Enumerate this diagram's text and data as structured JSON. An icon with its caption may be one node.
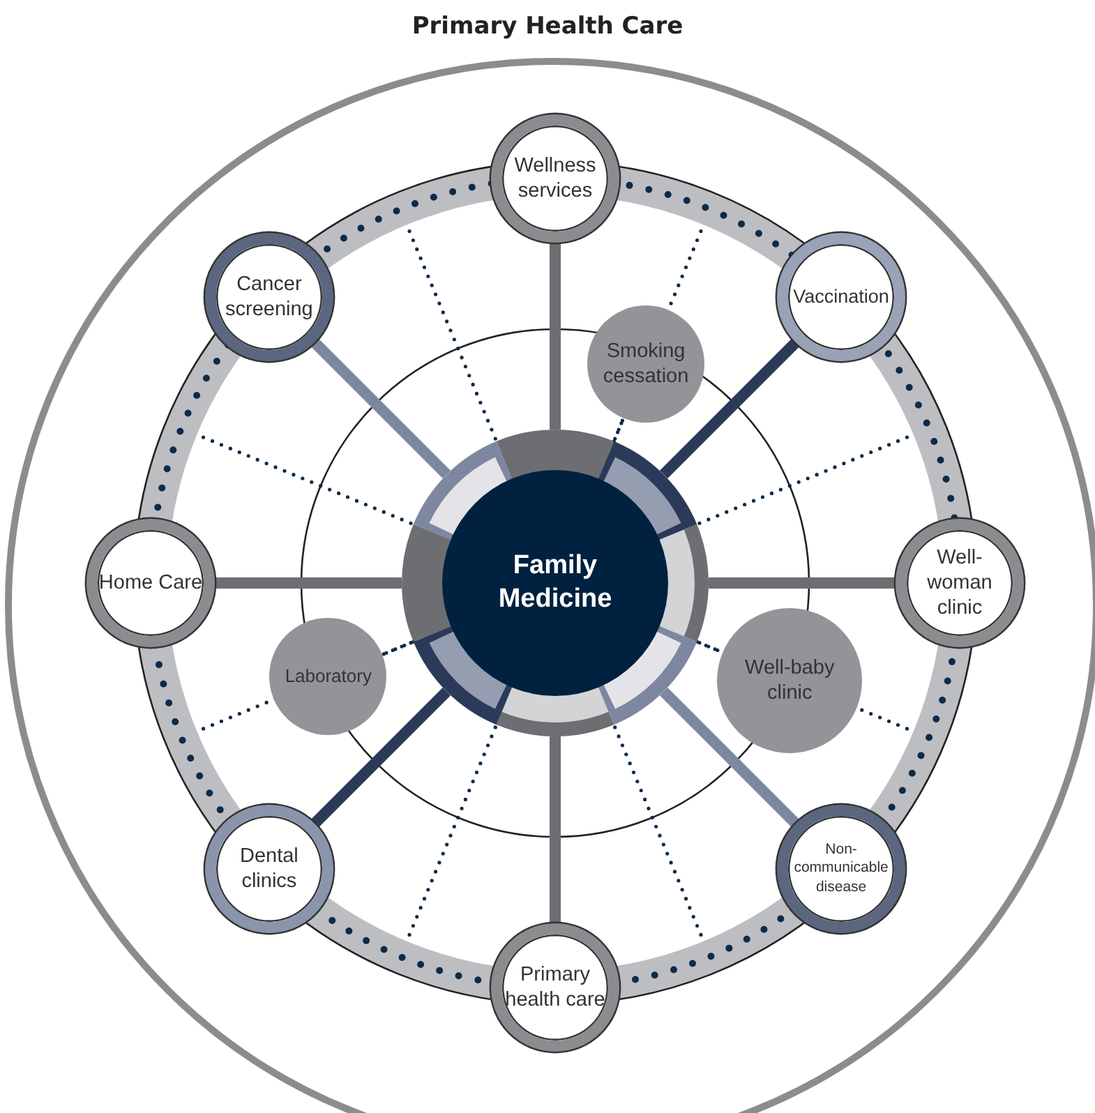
{
  "diagram": {
    "title": "Primary Health Care",
    "nodes": [
      {
        "text": [
          "Wellness services"
        ]
      },
      {
        "text": [
          "Cancer screening"
        ]
      },
      {
        "text": [
          "Smoking cessation"
        ]
      },
      {
        "text": [
          "Vaccination"
        ]
      },
      {
        "text": [
          "Home Care"
        ]
      },
      {
        "text": [
          "Family Medicine"
        ]
      },
      {
        "text": [
          "Well-woman clinic"
        ]
      },
      {
        "text": [
          "Laboratory"
        ]
      },
      {
        "text": [
          "Well-baby clinic"
        ]
      },
      {
        "text": [
          "Dental clinics"
        ]
      },
      {
        "text": [
          "Non-communicable disease"
        ]
      },
      {
        "text": [
          "Primary health care"
        ]
      }
    ],
    "edges": [
      {
        "from": 5,
        "to": 0,
        "arrow": "none"
      },
      {
        "from": 5,
        "to": 3,
        "arrow": "none",
        "color": "#2b3a58"
      },
      {
        "from": 5,
        "to": 6,
        "arrow": "none"
      },
      {
        "from": 5,
        "to": 10,
        "arrow": "none",
        "color": "#7d87a0"
      },
      {
        "from": 5,
        "to": 11,
        "arrow": "none"
      },
      {
        "from": 5,
        "to": 9,
        "arrow": "none",
        "color": "#2b3a58"
      },
      {
        "from": 5,
        "to": 4,
        "arrow": "none"
      },
      {
        "from": 5,
        "to": 1,
        "arrow": "none",
        "color": "#7d87a0"
      },
      {
        "from": 5,
        "to": 2,
        "arrow": "none",
        "style": "dashed",
        "color": "#0d2a4a"
      },
      {
        "from": 5,
        "to": 8,
        "arrow": "none",
        "style": "dashed",
        "color": "#0d2a4a"
      },
      {
        "from": 5,
        "to": 7,
        "arrow": "none",
        "style": "dashed",
        "color": "#0d2a4a"
      }
    ]
  }
}
